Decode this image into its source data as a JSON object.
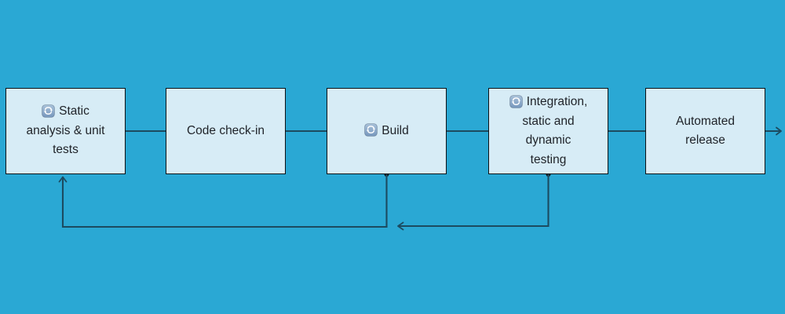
{
  "diagram": {
    "type": "flowchart",
    "nodes": [
      {
        "id": "static-analysis",
        "icon": "repeat-icon",
        "lines": [
          "Static",
          "analysis & unit",
          "tests"
        ]
      },
      {
        "id": "code-check-in",
        "icon": null,
        "lines": [
          "Code check-in"
        ]
      },
      {
        "id": "build",
        "icon": "repeat-icon",
        "lines": [
          "Build"
        ]
      },
      {
        "id": "integration-testing",
        "icon": "repeat-icon",
        "lines": [
          "Integration,",
          "static and",
          "dynamic",
          "testing"
        ]
      },
      {
        "id": "automated-release",
        "icon": null,
        "lines": [
          "Automated",
          "release"
        ]
      }
    ],
    "edges": [
      {
        "from": "static-analysis",
        "to": "code-check-in",
        "type": "flow"
      },
      {
        "from": "code-check-in",
        "to": "build",
        "type": "flow"
      },
      {
        "from": "build",
        "to": "integration-testing",
        "type": "flow"
      },
      {
        "from": "integration-testing",
        "to": "automated-release",
        "type": "flow"
      },
      {
        "from": "automated-release",
        "to": "offscreen-right",
        "type": "flow"
      },
      {
        "from": "build",
        "to": "static-analysis",
        "type": "feedback"
      },
      {
        "from": "integration-testing",
        "to": "feedback-path-left",
        "type": "feedback"
      }
    ],
    "colors": {
      "background": "#2aa8d4",
      "node_fill": "#d7ecf6",
      "node_border": "#0d1216",
      "line": "#1c4b60",
      "text": "#20242a",
      "icon_top": "#a9c2da",
      "icon_bottom": "#7697bd",
      "icon_glyph": "#ffffff"
    }
  }
}
